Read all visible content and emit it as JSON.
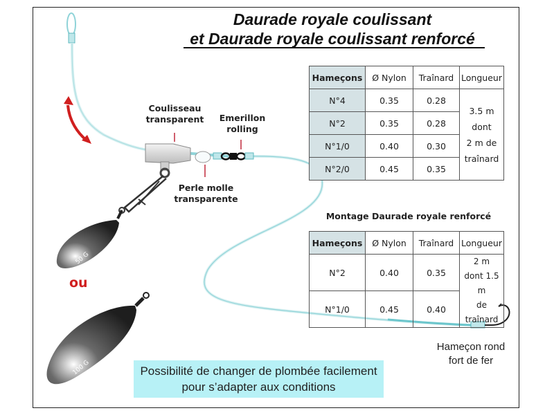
{
  "title": {
    "line1": "Daurade royale coulissant",
    "line2": "et Daurade royale coulissant renforcé"
  },
  "table_standard": {
    "headers": [
      "Hameçons",
      "Ø Nylon",
      "Traînard",
      "Longueur"
    ],
    "rows": [
      {
        "hook": "N°4",
        "nylon": "0.35",
        "trainard": "0.28"
      },
      {
        "hook": "N°2",
        "nylon": "0.35",
        "trainard": "0.28"
      },
      {
        "hook": "N°1/0",
        "nylon": "0.40",
        "trainard": "0.30"
      },
      {
        "hook": "N°2/0",
        "nylon": "0.45",
        "trainard": "0.35"
      }
    ],
    "longueur": [
      "3.5 m",
      "dont",
      "2 m de",
      "traînard"
    ]
  },
  "table_renforce": {
    "title": "Montage Daurade royale renforcé",
    "headers": [
      "Hameçons",
      "Ø Nylon",
      "Traînard",
      "Longueur"
    ],
    "rows": [
      {
        "hook": "N°2",
        "nylon": "0.40",
        "trainard": "0.35"
      },
      {
        "hook": "N°1/0",
        "nylon": "0.45",
        "trainard": "0.40"
      }
    ],
    "longueur": [
      "2 m",
      "dont 1.5 m",
      "de traînard"
    ]
  },
  "labels": {
    "coulisseau": [
      "Coulisseau",
      "transparent"
    ],
    "emerillon": [
      "Emerillon",
      "rolling"
    ],
    "perle": [
      "Perle molle",
      "transparente"
    ],
    "ou": "ou",
    "hook": [
      "Hameçon rond",
      "fort de fer"
    ]
  },
  "weights": {
    "small": "50 G",
    "large": "100 G"
  },
  "note": {
    "line1": "Possibilité de changer de plombée facilement",
    "line2": "pour s’adapter aux conditions"
  },
  "colors": {
    "line": "#8fd3d8",
    "line_dark": "#5fb9bf",
    "arrow": "#d01f1f",
    "pointer": "#c0283a",
    "table_header_bg": "#d5e2e5",
    "note_bg": "#b7f1f6",
    "lead": "#2a2a2a"
  }
}
